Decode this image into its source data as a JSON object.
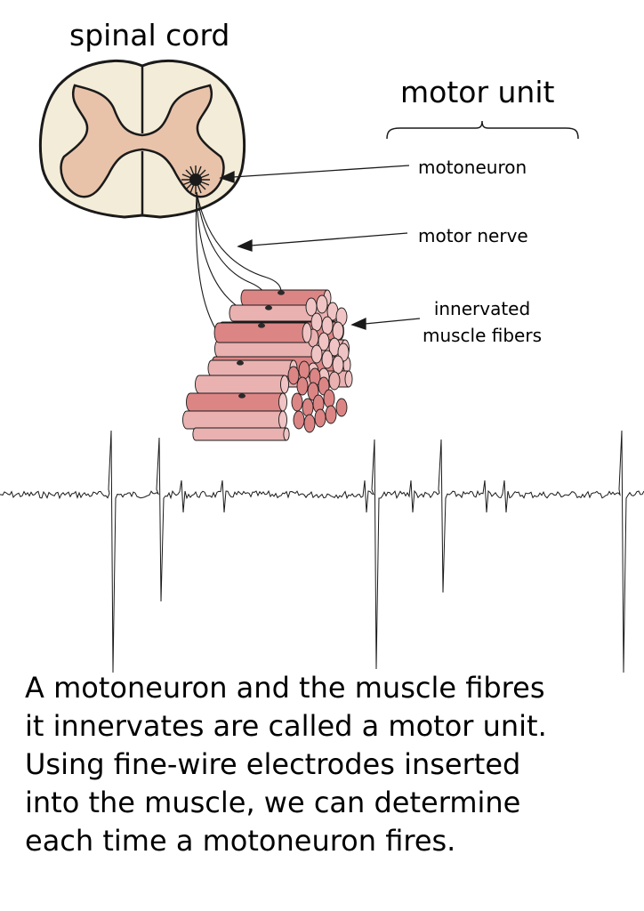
{
  "titles": {
    "spinal_cord": "spinal cord",
    "motor_unit": "motor unit"
  },
  "labels": {
    "motoneuron": "motoneuron",
    "motor_nerve": "motor nerve",
    "innervated_line1": "innervated",
    "innervated_line2": "muscle fibers"
  },
  "caption": {
    "line1": "A motoneuron and the muscle fibres",
    "line2": "it innervates are called a motor unit.",
    "line3": "Using fine-wire electrodes inserted",
    "line4": "into the muscle, we can determine",
    "line5": "each time a motoneuron fires."
  },
  "colors": {
    "cord_white_matter": "#f3ecd8",
    "cord_grey_matter": "#e8c3aa",
    "fiber_light": "#eab1b1",
    "fiber_dark": "#dc8585",
    "fiber_end": "#f0c4c4",
    "stroke": "#1a1a1a"
  }
}
